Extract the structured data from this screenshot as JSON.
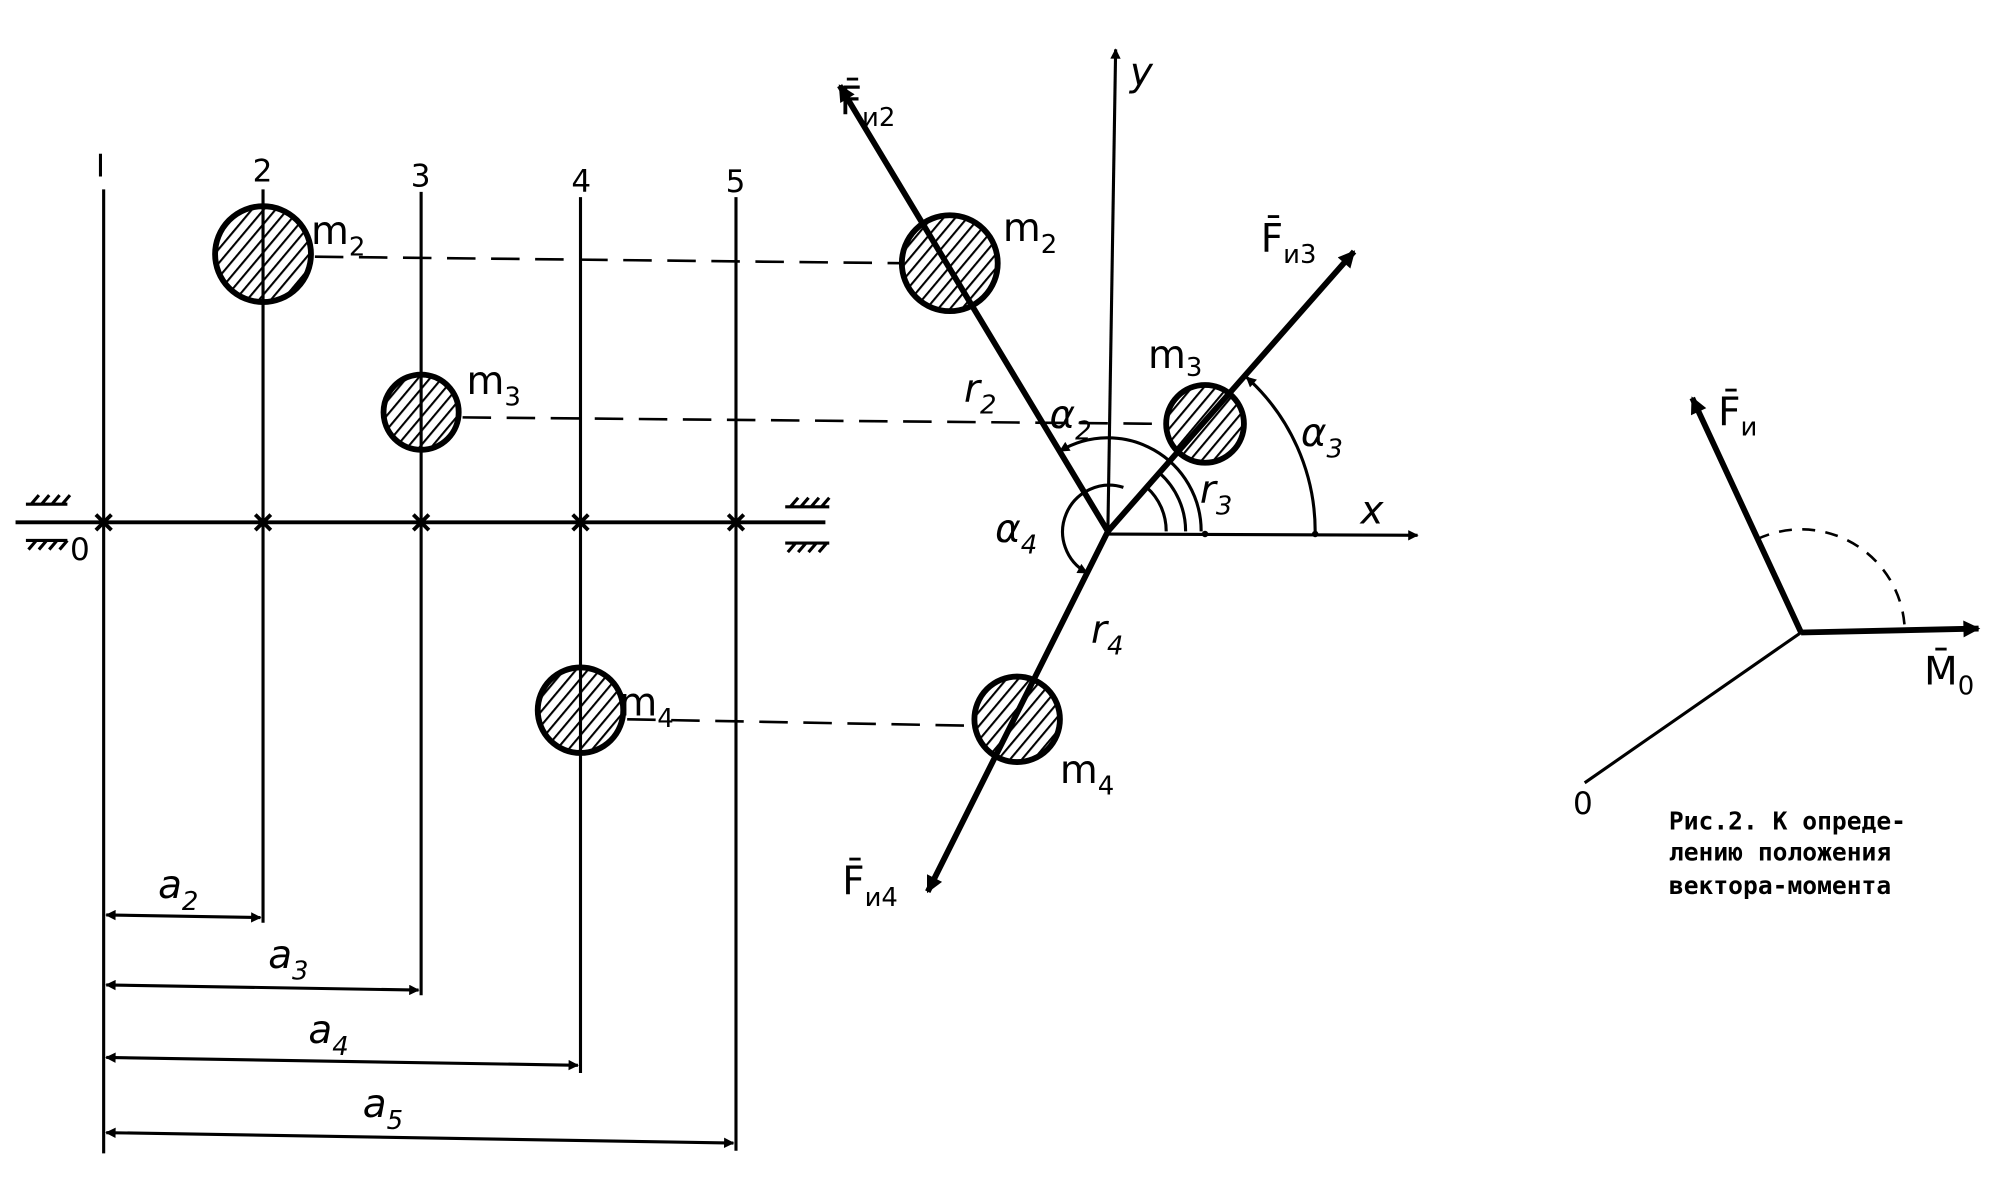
{
  "colors": {
    "ink": "#000000",
    "paper": "#ffffff"
  },
  "left_view": {
    "plane_labels": [
      "I",
      "2",
      "3",
      "4",
      "5"
    ],
    "origin_label": "0",
    "masses": [
      {
        "main": "m",
        "sub": "2"
      },
      {
        "main": "m",
        "sub": "3"
      },
      {
        "main": "m",
        "sub": "4"
      }
    ],
    "dimensions": [
      {
        "main": "a",
        "sub": "2"
      },
      {
        "main": "a",
        "sub": "3"
      },
      {
        "main": "a",
        "sub": "4"
      },
      {
        "main": "a",
        "sub": "5"
      }
    ]
  },
  "polar_view": {
    "axis_y": "y",
    "axis_x": "x",
    "masses": [
      {
        "main": "m",
        "sub": "2"
      },
      {
        "main": "m",
        "sub": "3"
      },
      {
        "main": "m",
        "sub": "4"
      }
    ],
    "forces": [
      {
        "main": "F̄",
        "sub": "и2"
      },
      {
        "main": "F̄",
        "sub": "и3"
      },
      {
        "main": "F̄",
        "sub": "и4"
      }
    ],
    "radii": [
      {
        "main": "r",
        "sub": "2"
      },
      {
        "main": "r",
        "sub": "3"
      },
      {
        "main": "r",
        "sub": "4"
      }
    ],
    "angles": [
      {
        "main": "α",
        "sub": "2"
      },
      {
        "main": "α",
        "sub": "3"
      },
      {
        "main": "α",
        "sub": "4"
      }
    ]
  },
  "moment_view": {
    "force": {
      "main": "F̄",
      "sub": "и"
    },
    "moment": {
      "main": "M̄",
      "sub": "0"
    },
    "point_label": "0"
  },
  "caption": {
    "lines": [
      "Рис.2. К опреде-",
      "лению положения",
      "вектора-момента"
    ]
  }
}
